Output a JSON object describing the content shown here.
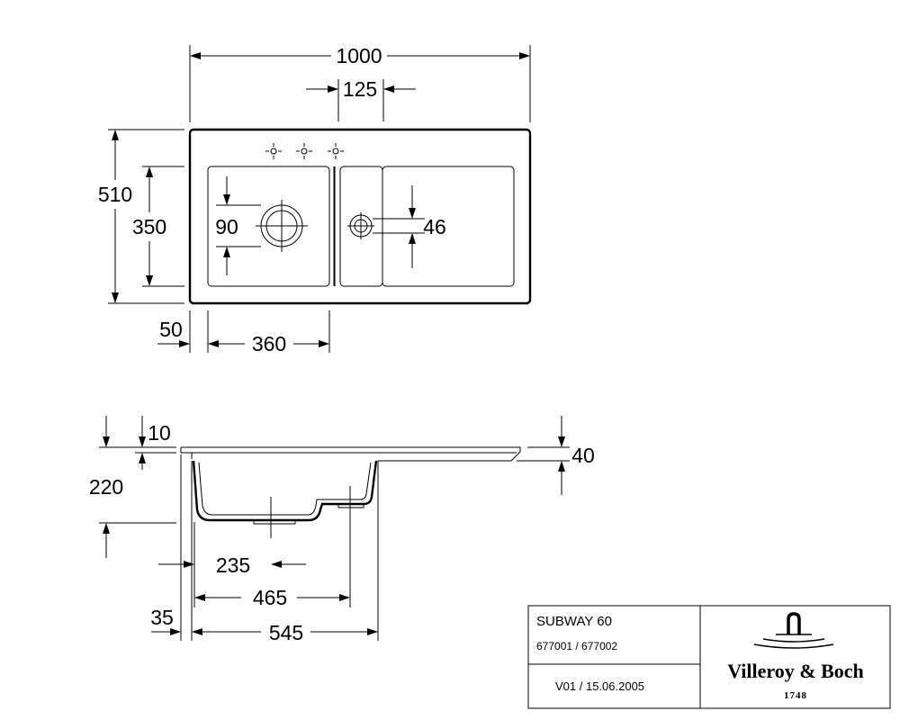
{
  "drawing": {
    "top_view": {
      "overall_width": "1000",
      "tap_spacing": "125",
      "overall_depth": "510",
      "bowl_depth": "350",
      "waste_main": "90",
      "waste_small": "46",
      "edge_offset": "50",
      "bowl_width": "360"
    },
    "side_view": {
      "deck_thickness": "10",
      "bowl_height": "220",
      "rim_height": "40",
      "waste_offset": "235",
      "bowl_span": "465",
      "edge_offset": "35",
      "bowl_total": "545"
    }
  },
  "title_block": {
    "product_name": "SUBWAY 60",
    "article_numbers": "677001 / 677002",
    "version": "V01 / 15.06.2005",
    "brand_name": "Villeroy & Boch",
    "brand_year": "1748"
  }
}
